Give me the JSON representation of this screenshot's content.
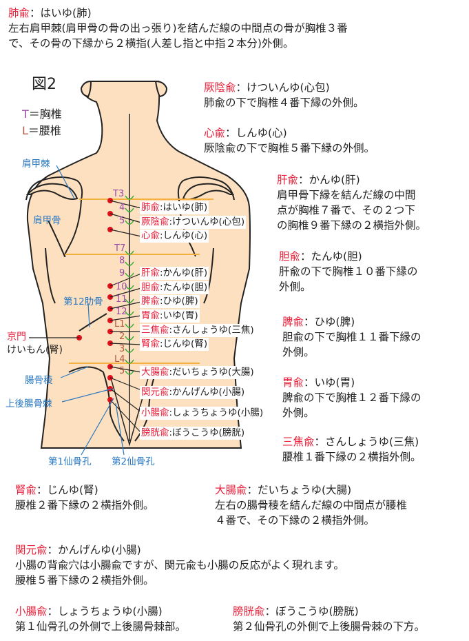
{
  "top_block": {
    "name": "肺兪",
    "reading": "：はいゆ(肺)",
    "lines": [
      "左右肩甲棘(肩甲骨の骨の出っ張り)を結んだ線の中間点の骨が胸椎３番",
      "で、その骨の下縁から２横指(人差し指と中指２本分)外側。"
    ]
  },
  "figure": {
    "title": "図2",
    "legend": [
      {
        "letter": "T",
        "text": "＝胸椎",
        "color": "#9a4aa8"
      },
      {
        "letter": "L",
        "text": "＝腰椎",
        "color": "#e05a4a"
      }
    ],
    "anatomy_labels": {
      "scapular_spine": "肩甲棘",
      "scapula": "肩甲骨",
      "rib12": "第12肋骨",
      "iliac_crest": "腸骨稜",
      "psis": "上後腸骨棘",
      "sacral1": "第1仙骨孔",
      "sacral2": "第2仙骨孔"
    },
    "keimon": {
      "name": "京門",
      "reading": "けいもん(腎)"
    },
    "vertebra_labels": [
      "T3",
      "4",
      "5",
      "T7",
      "8",
      "9",
      "10",
      "11",
      "12",
      "L1",
      "2",
      "3",
      "L4",
      "5"
    ],
    "point_labels": [
      {
        "name": "肺兪",
        "reading": ":はいゆ(肺)"
      },
      {
        "name": "厥陰兪",
        "reading": ":けついんゆ(心包)"
      },
      {
        "name": "心兪",
        "reading": ":しんゆ(心)"
      },
      {
        "name": "肝兪",
        "reading": ":かんゆ(肝)"
      },
      {
        "name": "胆兪",
        "reading": ":たんゆ(胆)"
      },
      {
        "name": "脾兪",
        "reading": ":ひゆ(脾)"
      },
      {
        "name": "胃兪",
        "reading": ":いゆ(胃)"
      },
      {
        "name": "三焦兪",
        "reading": ":さんしょうゆ(三焦)"
      },
      {
        "name": "腎兪",
        "reading": ":じんゆ(腎)"
      },
      {
        "name": "大腸兪",
        "reading": ":だいちょうゆ(大腸)"
      },
      {
        "name": "関元兪",
        "reading": ":かんげんゆ(小腸)"
      },
      {
        "name": "小腸兪",
        "reading": ":しょうちょうゆ(小腸)"
      },
      {
        "name": "膀胱兪",
        "reading": ":ぼうこうゆ(膀胱)"
      }
    ]
  },
  "right_blocks": [
    {
      "name": "厥陰兪",
      "reading": "：けついんゆ(心包)",
      "lines": [
        "肺兪の下で胸椎４番下縁の外側。"
      ]
    },
    {
      "name": "心兪",
      "reading": "：しんゆ(心)",
      "lines": [
        "厥陰兪の下で胸椎５番下縁の外側。"
      ]
    },
    {
      "name": "肝兪",
      "reading": "：かんゆ(肝)",
      "lines": [
        "肩甲骨下縁を結んだ線の中間",
        "点が胸椎７番で、その２つ下",
        "の胸椎９番下縁の２横指外側。"
      ]
    },
    {
      "name": "胆兪",
      "reading": "：たんゆ(胆)",
      "lines": [
        "肝兪の下で胸椎１０番下縁の",
        "外側。"
      ]
    },
    {
      "name": "脾兪",
      "reading": "：ひゆ(脾)",
      "lines": [
        "胆兪の下で胸椎１１番下縁の",
        "外側。"
      ]
    },
    {
      "name": "胃兪",
      "reading": "：いゆ(胃)",
      "lines": [
        "脾兪の下で胸椎１２番下縁の",
        "外側。"
      ]
    },
    {
      "name": "三焦兪",
      "reading": "：さんしょうゆ(三焦)",
      "lines": [
        "腰椎１番下縁の２横指外側。"
      ]
    }
  ],
  "bottom_blocks": [
    {
      "name": "腎兪",
      "reading": "：じんゆ(腎)",
      "lines": [
        "腰椎２番下縁の２横指外側。"
      ]
    },
    {
      "name": "大腸兪",
      "reading": "：だいちょうゆ(大腸)",
      "lines": [
        "左右の腸骨稜を結んだ線の中間点が腰椎",
        "４番で、その下縁の２横指外側。"
      ]
    },
    {
      "name": "関元兪",
      "reading": "：かんげんゆ(小腸)",
      "lines": [
        "小腸の背兪穴は小腸兪ですが、関元兪も小腸の反応がよく現れます。",
        "腰椎５番下縁の２横指外側。"
      ]
    },
    {
      "name": "小腸兪",
      "reading": "：しょうちょうゆ(小腸)",
      "lines": [
        "第１仙骨孔の外側で上後腸骨棘部。"
      ]
    },
    {
      "name": "膀胱兪",
      "reading": "：ぼうこうゆ(膀胱)",
      "lines": [
        "第２仙骨孔の外側で上後腸骨棘の下方。"
      ]
    }
  ],
  "colors": {
    "accent_red": "#e8203a",
    "skin": "#fde0c0",
    "anatomy_blue": "#2a78c0",
    "guide_orange": "#f5b042",
    "vertebra_green": "#3aaa35"
  }
}
